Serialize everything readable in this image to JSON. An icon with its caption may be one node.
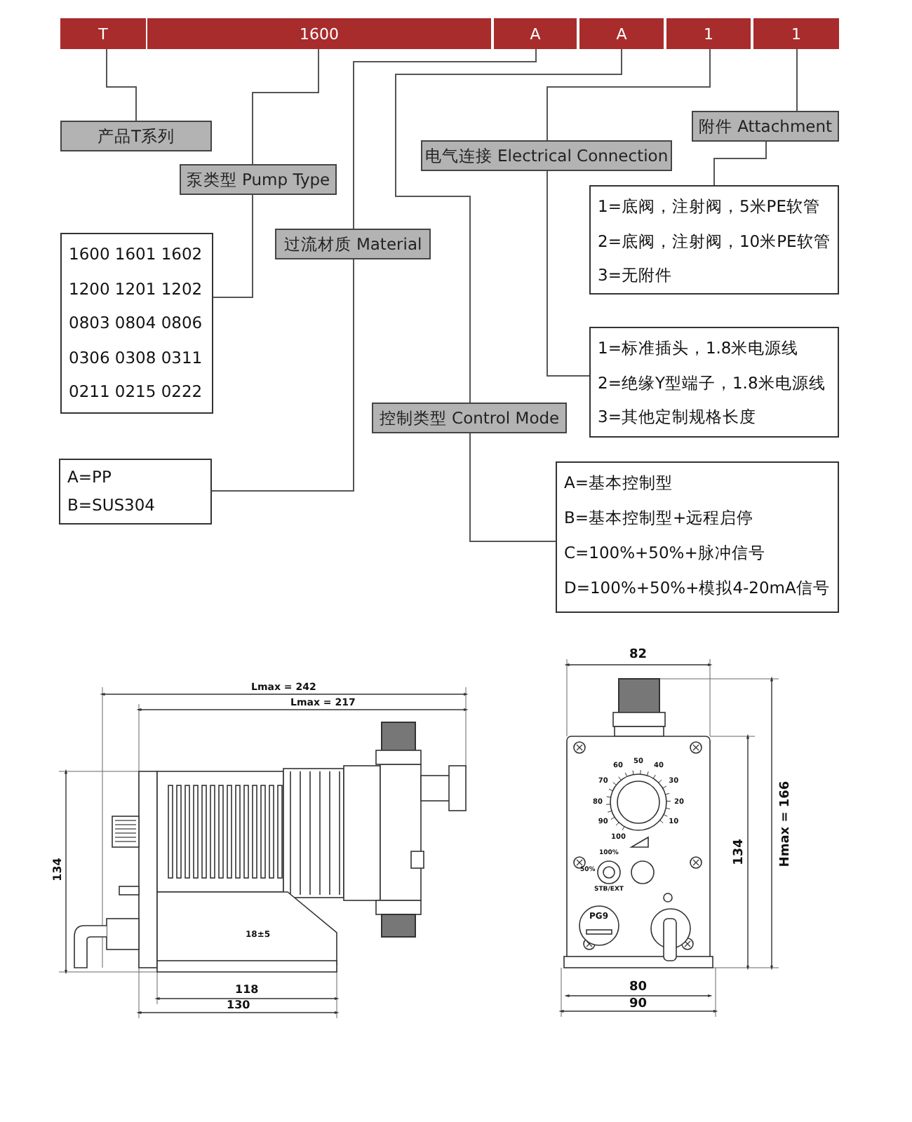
{
  "diagram": {
    "nodes": [
      {
        "text": [
          "T"
        ]
      },
      {
        "text": [
          "1600"
        ]
      },
      {
        "text": [
          "A"
        ]
      },
      {
        "text": [
          "A"
        ]
      },
      {
        "text": [
          "1"
        ]
      },
      {
        "text": [
          "1"
        ]
      },
      {
        "text": [
          "产品T系列"
        ]
      },
      {
        "text": [
          "泵类型 Pump Type"
        ]
      },
      {
        "text": [
          "1600 1601 1602",
          "1200 1201 1202",
          "0803 0804 0806",
          "0306 0308 0311",
          "0211 0215 0222"
        ]
      },
      {
        "text": [
          "过流材质 Material"
        ]
      },
      {
        "text": [
          "A=PP",
          "B=SUS304"
        ]
      },
      {
        "text": [
          "电气连接 Electrical Connection"
        ]
      },
      {
        "text": [
          "附件 Attachment"
        ]
      },
      {
        "text": [
          "1=底阀，注射阀，5米PE软管",
          "2=底阀，注射阀，10米PE软管",
          "3=无附件"
        ]
      },
      {
        "text": [
          "控制类型 Control Mode"
        ]
      },
      {
        "text": [
          "1=标准插头，1.8米电源线",
          "2=绝缘Y型端子，1.8米电源线",
          "3=其他定制规格长度"
        ]
      },
      {
        "text": [
          "A=基本控制型",
          "B=基本控制型+远程启停",
          "C=100%+50%+脉冲信号",
          "D=100%+50%+模拟4-20mA信号"
        ]
      }
    ],
    "edges": [
      {
        "from": 0,
        "to": 6,
        "arrow": "none"
      },
      {
        "from": 1,
        "to": 7,
        "arrow": "none"
      },
      {
        "from": 2,
        "to": 9,
        "arrow": "none"
      },
      {
        "from": 3,
        "to": 14,
        "arrow": "none"
      },
      {
        "from": 4,
        "to": 11,
        "arrow": "none"
      },
      {
        "from": 5,
        "to": 12,
        "arrow": "none"
      },
      {
        "from": 7,
        "to": 8,
        "arrow": "none"
      },
      {
        "from": 9,
        "to": 10,
        "arrow": "none"
      },
      {
        "from": 11,
        "to": 15,
        "arrow": "none"
      },
      {
        "from": 12,
        "to": 13,
        "arrow": "none"
      },
      {
        "from": 14,
        "to": 16,
        "arrow": "none"
      }
    ],
    "labels": [
      "Lmax = 242",
      "Lmax = 217",
      "134",
      "18±5",
      "118",
      "130",
      "82",
      "Hmax = 166",
      "134",
      "80",
      "90",
      "50",
      "60",
      "40",
      "70",
      "30",
      "80",
      "20",
      "90",
      "10",
      "100",
      "100%",
      "50%",
      "STB/EXT",
      "PG9"
    ]
  }
}
